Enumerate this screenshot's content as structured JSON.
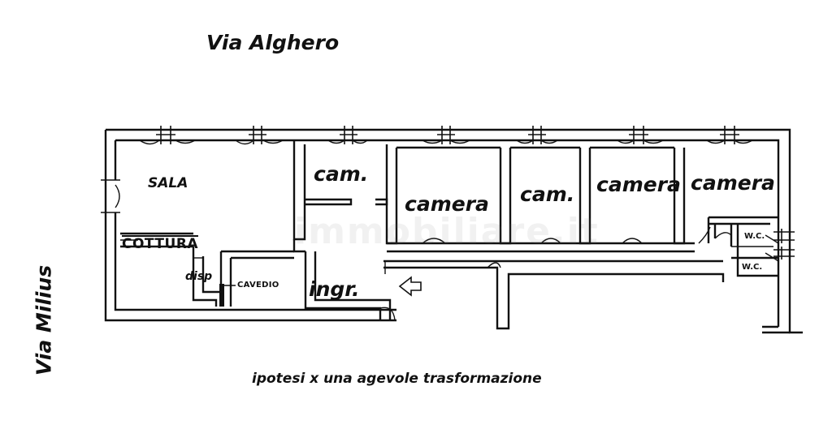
{
  "streets": {
    "top": "Via  Alghero",
    "left": "Via Milius"
  },
  "rooms": {
    "sala": "SALA",
    "cottura": "COTTURA",
    "disp": "disp",
    "cavedio": "CAVEDIO",
    "ingresso": "ingr.",
    "cam_1": "cam.",
    "camera_1": "camera",
    "cam_2": "cam.",
    "camera_2": "camera",
    "camera_3": "camera",
    "wc_1": "W.C.",
    "wc_2": "W.C."
  },
  "caption": "ipotesi x una agevole trasformazione",
  "watermark": "immobiliare.it",
  "entrance_arrow": "arrow-left-icon"
}
